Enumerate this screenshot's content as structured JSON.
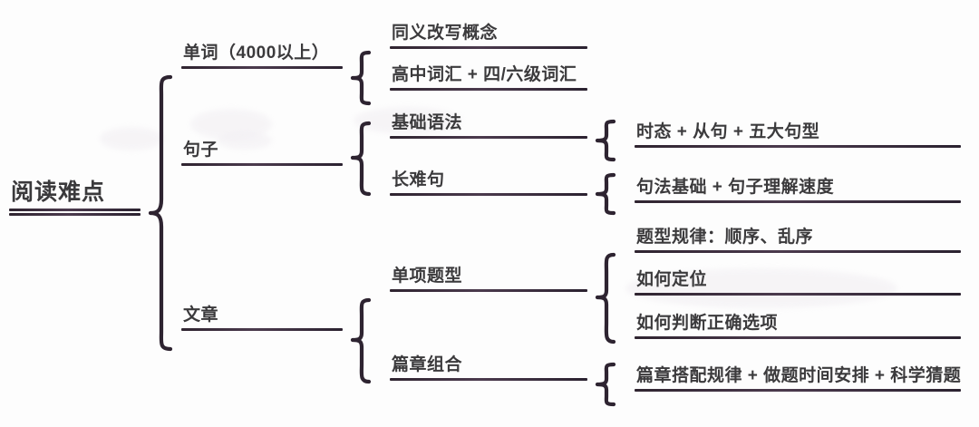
{
  "diagram": {
    "title": "阅读难点",
    "type": "mind-map",
    "ink_color": "#2e2431",
    "text_color": "#3b3a3c",
    "background": "#fdfdfd",
    "root": {
      "label": "阅读难点"
    },
    "level2": [
      {
        "id": "words",
        "label": "单词（4000以上）"
      },
      {
        "id": "sentences",
        "label": "句子"
      },
      {
        "id": "passages",
        "label": "文章"
      }
    ],
    "level3": [
      {
        "id": "synonym",
        "parent": "words",
        "label": "同义改写概念"
      },
      {
        "id": "vocab",
        "parent": "words",
        "label": "高中词汇 + 四/六级词汇"
      },
      {
        "id": "grammar",
        "parent": "sentences",
        "label": "基础语法"
      },
      {
        "id": "longsent",
        "parent": "sentences",
        "label": "长难句"
      },
      {
        "id": "singleitem",
        "parent": "passages",
        "label": "单项题型"
      },
      {
        "id": "combo",
        "parent": "passages",
        "label": "篇章组合"
      }
    ],
    "level4": [
      {
        "id": "tense",
        "parent": "grammar",
        "label": "时态 + 从句 + 五大句型"
      },
      {
        "id": "syntax",
        "parent": "longsent",
        "label": "句法基础 + 句子理解速度"
      },
      {
        "id": "pattern",
        "parent": "singleitem",
        "label": "题型规律：顺序、乱序"
      },
      {
        "id": "locate",
        "parent": "singleitem",
        "label": "如何定位"
      },
      {
        "id": "judge",
        "parent": "singleitem",
        "label": "如何判断正确选项"
      },
      {
        "id": "strategy",
        "parent": "combo",
        "label": "篇章搭配规律 + 做题时间安排 + 科学猜题"
      }
    ]
  }
}
